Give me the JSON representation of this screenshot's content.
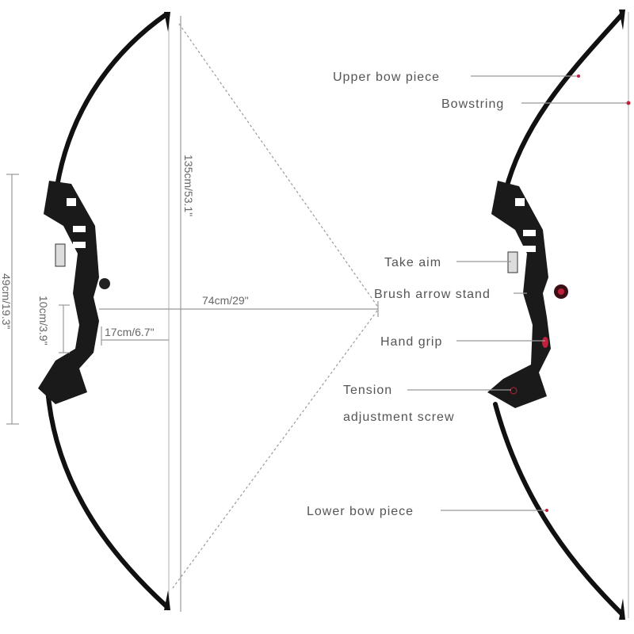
{
  "dimensions": {
    "total_length": "135cm/53.1\"",
    "draw_length": "74cm/29\"",
    "riser_length": "49cm/19.3\"",
    "grip_height": "10cm/3.9\"",
    "brace_height": "17cm/6.7\""
  },
  "parts": {
    "upper_bow_piece": "Upper bow piece",
    "bowstring": "Bowstring",
    "take_aim": "Take aim",
    "brush_arrow_stand": "Brush arrow stand",
    "hand_grip": "Hand grip",
    "tension_line1": "Tension",
    "tension_line2": "adjustment screw",
    "lower_bow_piece": "Lower bow piece"
  },
  "colors": {
    "marker": "#c0203a",
    "bow": "#111111"
  }
}
